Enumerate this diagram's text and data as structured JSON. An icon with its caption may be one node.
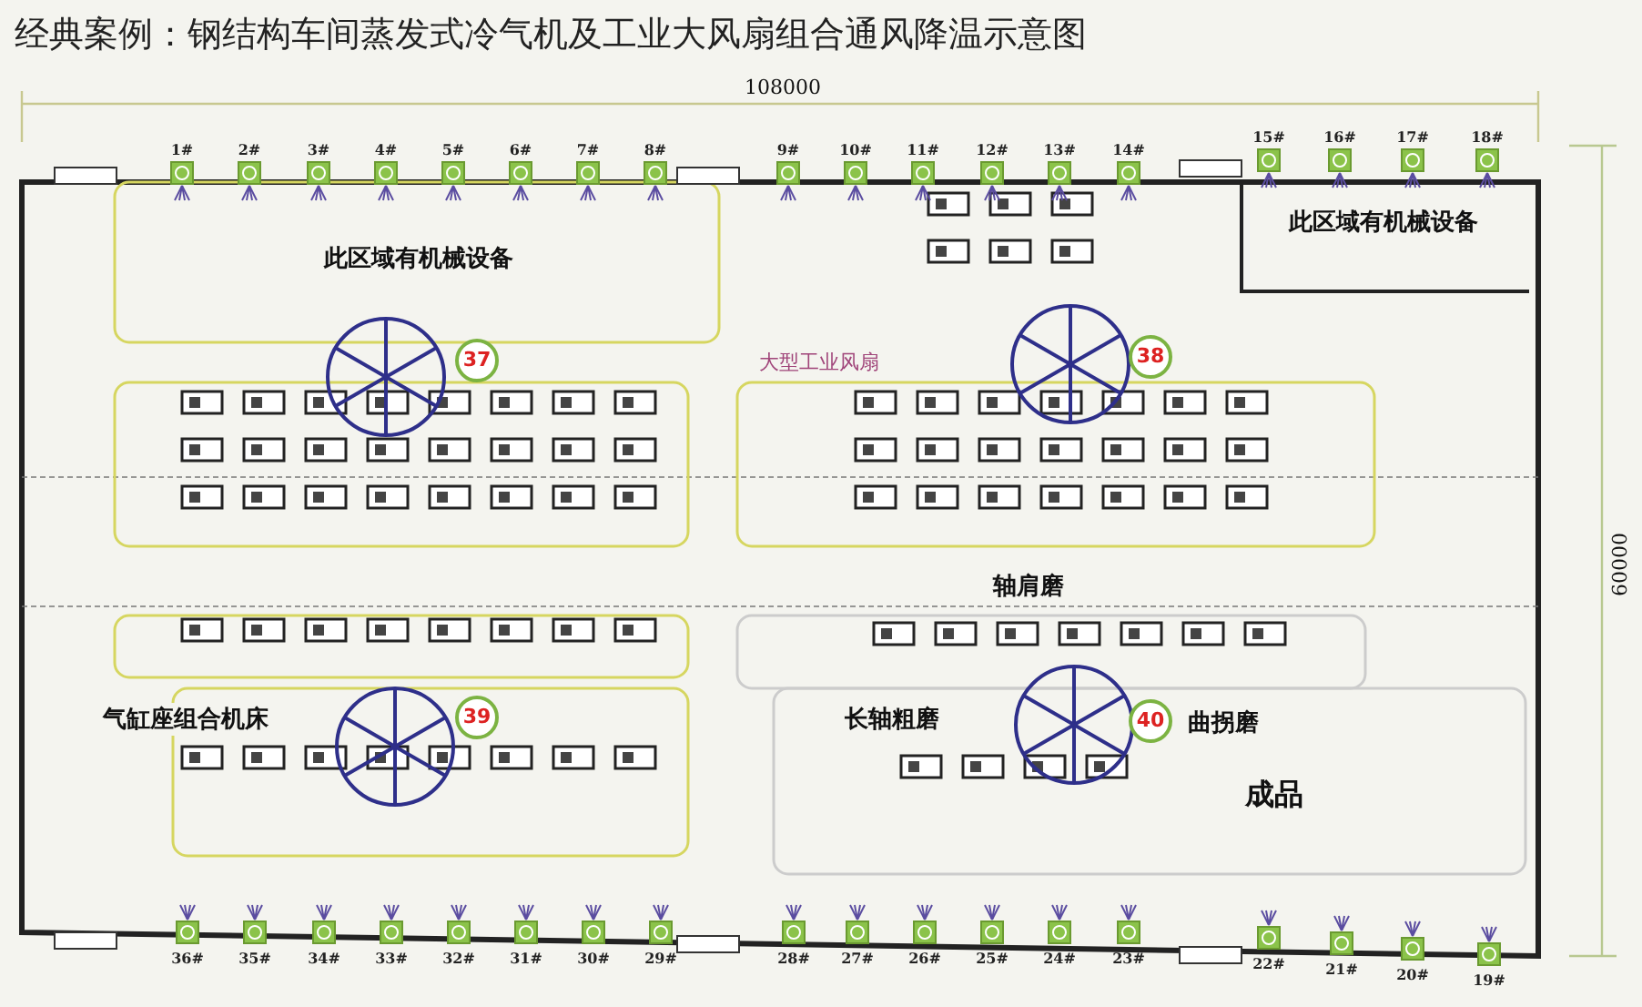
{
  "diagram": {
    "title": "经典案例：钢结构车间蒸发式冷气机及工业大风扇组合通风降温示意图",
    "labels": [
      "108000",
      "1#",
      "2#",
      "3#",
      "4#",
      "5#",
      "6#",
      "7#",
      "8#",
      "9#",
      "10#",
      "11#",
      "12#",
      "13#",
      "14#",
      "15#",
      "16#",
      "17#",
      "18#",
      "此区域有机械设备",
      "此区域有机械设备",
      "37",
      "大型工业风扇",
      "38",
      "60000",
      "轴肩磨",
      "气缸座组合机床",
      "39",
      "长轴粗磨",
      "40",
      "曲拐磨",
      "成品",
      "36#",
      "35#",
      "34#",
      "33#",
      "32#",
      "31#",
      "30#",
      "29#",
      "28#",
      "27#",
      "26#",
      "25#",
      "24#",
      "23#",
      "22#",
      "21#",
      "20#",
      "19#"
    ]
  }
}
